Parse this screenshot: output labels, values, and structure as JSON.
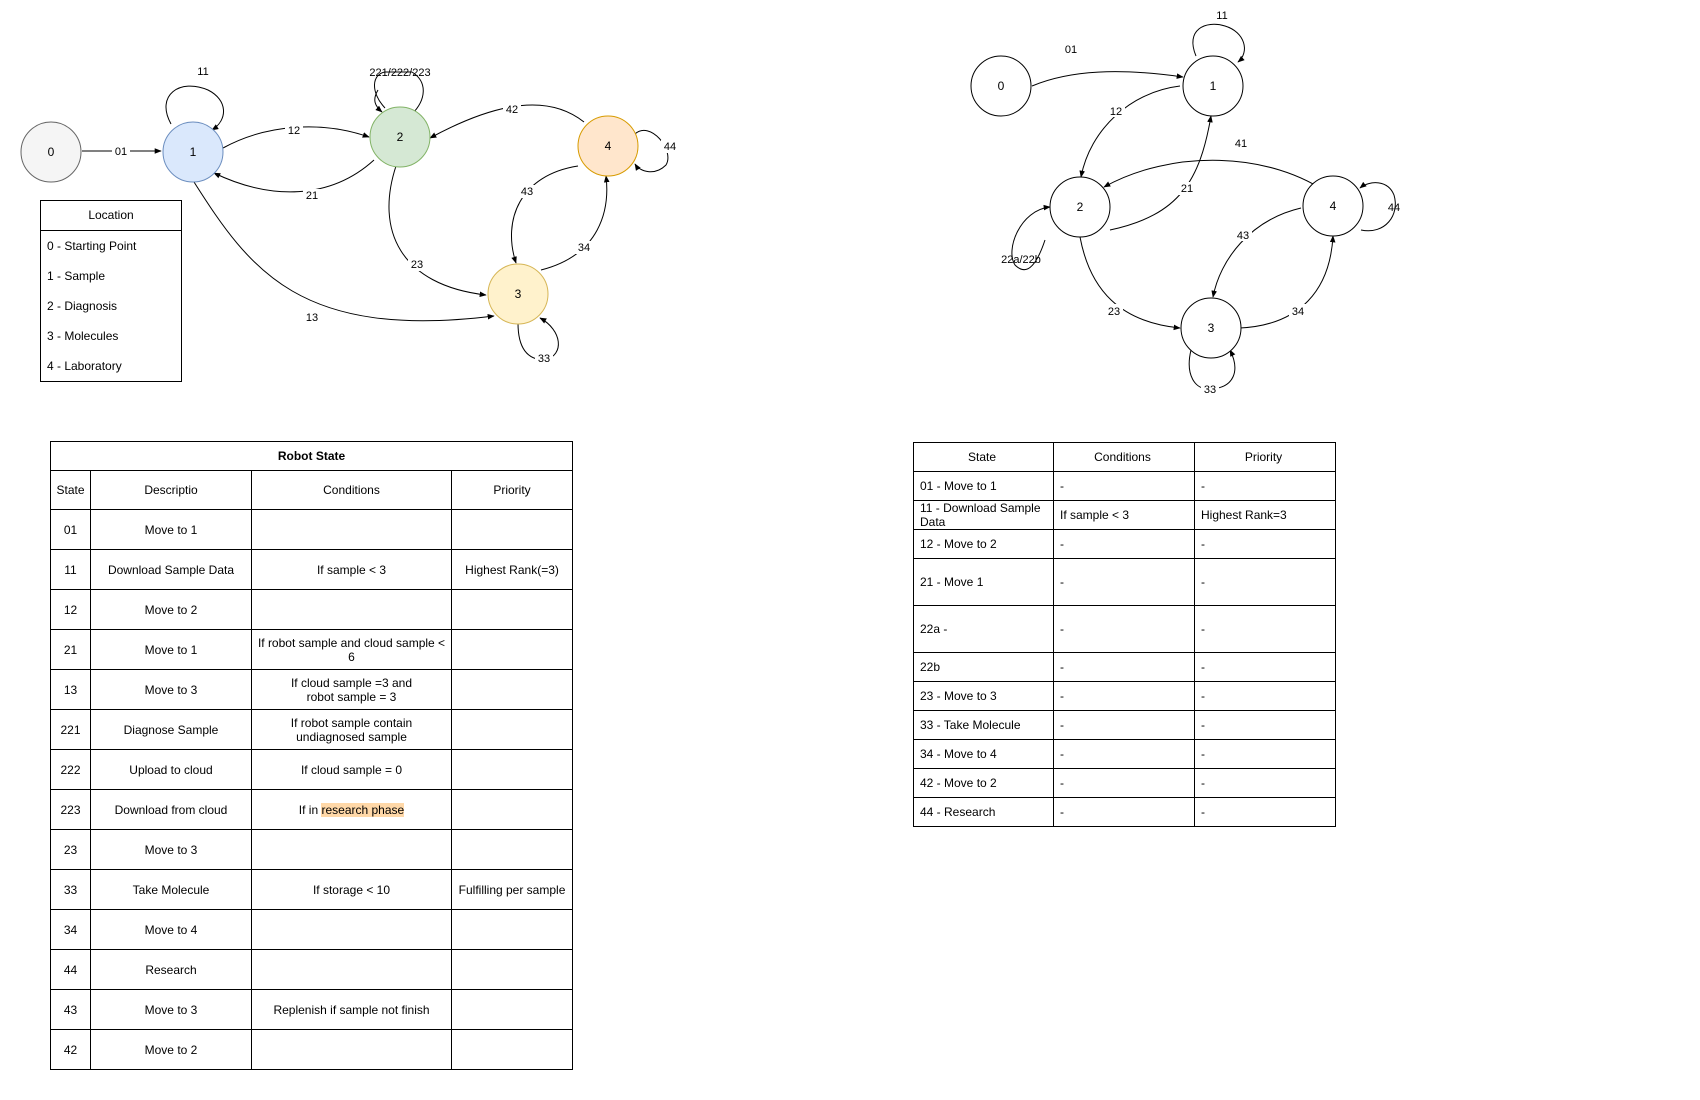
{
  "legend": {
    "title": "Location",
    "items": [
      "0 - Starting Point",
      "1 - Sample",
      "2 - Diagnosis",
      "3 - Molecules",
      "4 - Laboratory"
    ]
  },
  "left_diagram": {
    "nodes": [
      "0",
      "1",
      "2",
      "3",
      "4"
    ],
    "node_colors": {
      "0": {
        "fill": "#f5f5f5",
        "stroke": "#666666"
      },
      "1": {
        "fill": "#dae8fc",
        "stroke": "#6c8ebf"
      },
      "2": {
        "fill": "#d5e8d4",
        "stroke": "#82b366"
      },
      "3": {
        "fill": "#fff2cc",
        "stroke": "#d6b656"
      },
      "4": {
        "fill": "#ffe6cc",
        "stroke": "#d79b00"
      }
    },
    "edges": [
      "01",
      "11",
      "12",
      "21",
      "221/222/223",
      "42",
      "44",
      "43",
      "34",
      "23",
      "13",
      "33"
    ]
  },
  "right_diagram": {
    "nodes": [
      "0",
      "1",
      "2",
      "3",
      "4"
    ],
    "edges": [
      "01",
      "11",
      "12",
      "41",
      "21",
      "44",
      "43",
      "22a/22b",
      "23",
      "34",
      "33"
    ]
  },
  "robot_table": {
    "title": "Robot State",
    "headers": [
      "State",
      "Descriptio",
      "Conditions",
      "Priority"
    ],
    "rows": [
      {
        "state": "01",
        "desc": "Move to 1",
        "cond": "",
        "priority": ""
      },
      {
        "state": "11",
        "desc": "Download Sample Data",
        "cond": "If sample < 3",
        "priority": "Highest Rank(=3)"
      },
      {
        "state": "12",
        "desc": "Move to 2",
        "cond": "",
        "priority": ""
      },
      {
        "state": "21",
        "desc": "Move to 1",
        "cond": "If robot sample and cloud sample < 6",
        "priority": ""
      },
      {
        "state": "13",
        "desc": "Move to 3",
        "cond": "If cloud sample =3 and\nrobot sample = 3",
        "priority": ""
      },
      {
        "state": "221",
        "desc": "Diagnose Sample",
        "cond": "If robot sample contain undiagnosed sample",
        "priority": ""
      },
      {
        "state": "222",
        "desc": "Upload to cloud",
        "cond": "If cloud sample = 0",
        "priority": ""
      },
      {
        "state": "223",
        "desc": "Download from cloud",
        "cond_prefix": "If in ",
        "cond_highlight": "research phase",
        "priority": ""
      },
      {
        "state": "23",
        "desc": "Move to 3",
        "cond": "",
        "priority": ""
      },
      {
        "state": "33",
        "desc": "Take Molecule",
        "cond": "If storage < 10",
        "priority": "Fulfilling per sample"
      },
      {
        "state": "34",
        "desc": "Move to 4",
        "cond": "",
        "priority": ""
      },
      {
        "state": "44",
        "desc": "Research",
        "cond": "",
        "priority": ""
      },
      {
        "state": "43",
        "desc": "Move to 3",
        "cond": "Replenish if sample not finish",
        "priority": ""
      },
      {
        "state": "42",
        "desc": "Move to 2",
        "cond": "",
        "priority": ""
      }
    ]
  },
  "state_table": {
    "headers": [
      "State",
      "Conditions",
      "Priority"
    ],
    "rows": [
      {
        "state": "01 - Move to 1",
        "cond": "-",
        "priority": "-"
      },
      {
        "state": "11 - Download Sample Data",
        "cond": "If sample < 3",
        "priority": "Highest Rank=3"
      },
      {
        "state": "12 - Move to 2",
        "cond": "-",
        "priority": "-"
      },
      {
        "state": "21 - Move 1",
        "cond": "-",
        "priority": "-"
      },
      {
        "state": "22a -",
        "cond": "-",
        "priority": "-"
      },
      {
        "state": "22b",
        "cond": "-",
        "priority": "-"
      },
      {
        "state": "23 - Move to 3",
        "cond": "-",
        "priority": "-"
      },
      {
        "state": "33 - Take Molecule",
        "cond": "-",
        "priority": "-"
      },
      {
        "state": "34 - Move to 4",
        "cond": "-",
        "priority": "-"
      },
      {
        "state": "42 - Move to 2",
        "cond": "-",
        "priority": "-"
      },
      {
        "state": "44 - Research",
        "cond": "-",
        "priority": "-"
      }
    ]
  }
}
